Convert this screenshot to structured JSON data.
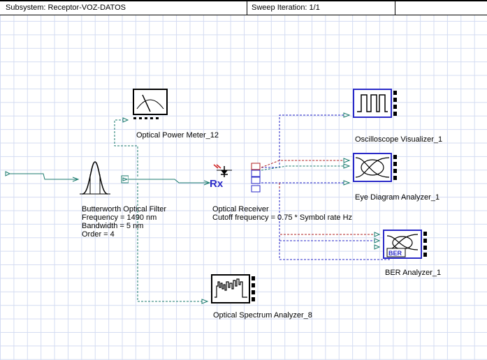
{
  "header": {
    "subsystem": "Subsystem: Receptor-VOZ-DATOS",
    "sweep": "Sweep Iteration: 1/1"
  },
  "components": {
    "power_meter": {
      "name": "Optical Power Meter_12",
      "icon": "power-meter-icon"
    },
    "filter": {
      "name": "Butterworth Optical Filter",
      "frequency": "Frequency = 1490  nm",
      "bandwidth": "Bandwidth = 5  nm",
      "order": "Order = 4",
      "icon": "bandpass-filter-icon"
    },
    "receiver": {
      "name": "Optical Receiver",
      "cutoff": "Cutoff frequency = 0.75 * Symbol rate  Hz",
      "icon_text": "Rx",
      "icon": "photodiode-receiver-icon"
    },
    "oscilloscope": {
      "name": "Oscilloscope Visualizer_1",
      "icon": "square-wave-icon"
    },
    "eye_diagram": {
      "name": "Eye Diagram Analyzer_1",
      "icon": "eye-diagram-icon"
    },
    "ber": {
      "name": "BER Analyzer_1",
      "icon_text": "BER",
      "icon": "ber-analyzer-icon"
    },
    "spectrum": {
      "name": "Optical Spectrum Analyzer_8",
      "icon": "spectrum-icon"
    }
  },
  "colors": {
    "optical_wire": "#1a7a6e",
    "electrical_wire": "#2a2ac8",
    "red_wire": "#b02020",
    "grid": "#d4dcf2"
  }
}
